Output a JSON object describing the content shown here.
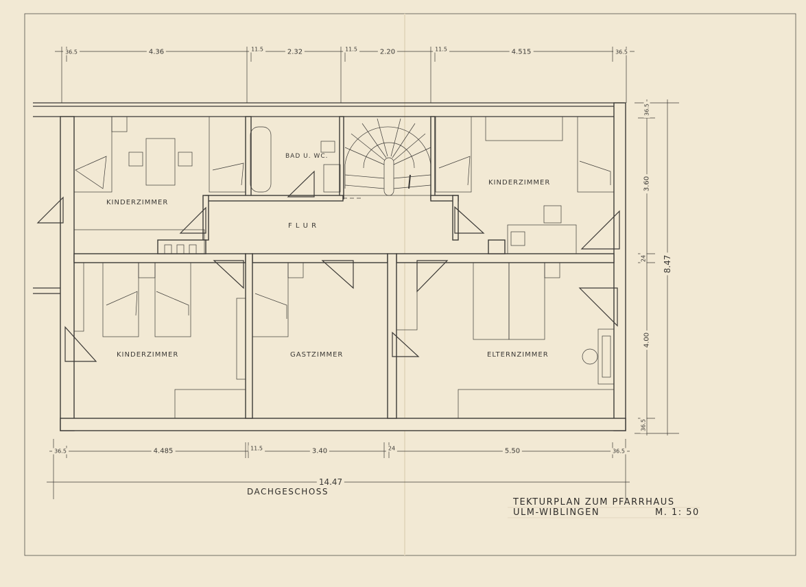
{
  "drawing": {
    "floor_name": "DACHGESCHOSS",
    "title_line1": "TEKTURPLAN ZUM PFARRHAUS",
    "title_line2": "ULM-WIBLINGEN",
    "scale": "M. 1: 50"
  },
  "rooms": {
    "upper_left": "KINDERZIMMER",
    "bath": "BAD U. WC.",
    "hall": "F L U R",
    "upper_right": "KINDERZIMMER",
    "lower_left": "KINDERZIMMER",
    "guest": "GASTZIMMER",
    "parents": "ELTERNZIMMER"
  },
  "dimensions": {
    "top": [
      "36.5",
      "4.36",
      "11.5",
      "2.32",
      "11.5",
      "2.20",
      "11.5",
      "4.515",
      "36.5"
    ],
    "bottom": [
      "36.5",
      "4.485",
      "11.5",
      "3.40",
      "24",
      "5.50",
      "36.5"
    ],
    "total_width": "14.47",
    "right": [
      "36.5",
      "3.60",
      "24",
      "4.00",
      "36.5"
    ],
    "total_depth": "8.47"
  },
  "colors": {
    "paper": "#f2e9d4",
    "ink": "#3b3936"
  }
}
